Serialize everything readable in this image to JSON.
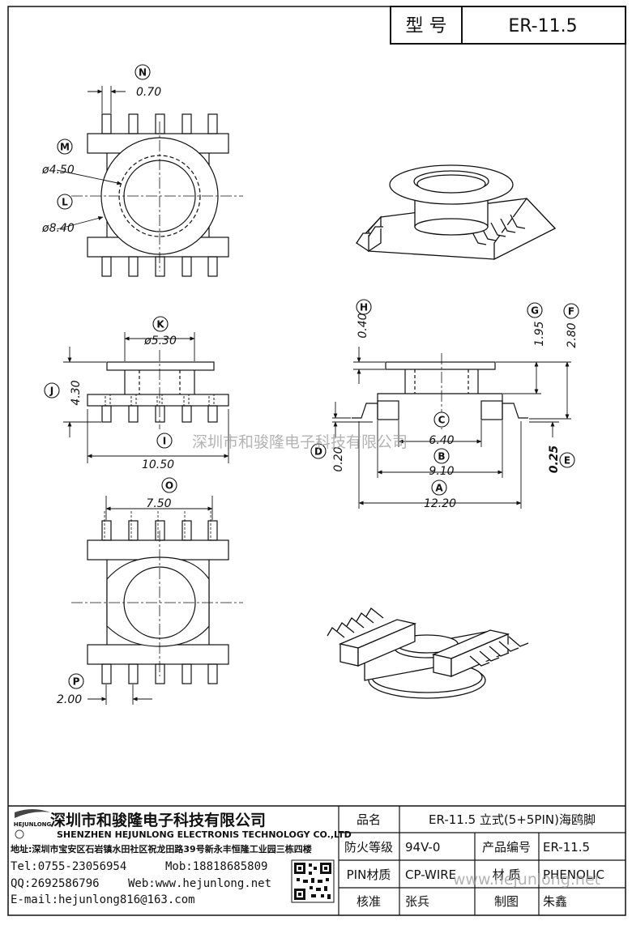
{
  "header": {
    "model_label": "型 号",
    "model_value": "ER-11.5"
  },
  "dimensions": {
    "N": "0.70",
    "M": "ø4.50",
    "L": "ø8.40",
    "K": "ø5.30",
    "J": "4.30",
    "I": "10.50",
    "H": "0.40",
    "G": "1.95",
    "F": "2.80",
    "C": "6.40",
    "B": "9.10",
    "A": "12.20",
    "D": "0.20",
    "E": "0.25",
    "O": "7.50",
    "P": "2.00"
  },
  "callouts": [
    "N",
    "M",
    "L",
    "K",
    "J",
    "I",
    "H",
    "G",
    "F",
    "C",
    "B",
    "A",
    "D",
    "E",
    "O",
    "P"
  ],
  "watermarks": {
    "center": "深圳市和骏隆电子科技有限公司",
    "bottom": "www.hejunlong.net"
  },
  "company": {
    "logo_text": "HEJUNLONG",
    "name_cn": "深圳市和骏隆电子科技有限公司",
    "name_en": "SHENZHEN HEJUNLONG ELECTRONIS TECHNOLOGY CO.,LTD",
    "address": "地址:深圳市宝安区石岩镇水田社区祝龙田路39号新永丰恒隆工业园三栋四楼",
    "tel": "Tel:0755-23056954",
    "mob": "Mob:18818685809",
    "qq": "QQ:2692586796",
    "web": "Web:www.hejunlong.net",
    "email": "E-mail:hejunlong816@163.com"
  },
  "spec_table": {
    "product_name_label": "品名",
    "product_name_value": "ER-11.5 立式(5+5PIN)海鸥脚",
    "fire_rating_label": "防火等级",
    "fire_rating_value": "94V-0",
    "product_code_label": "产品编号",
    "product_code_value": "ER-11.5",
    "pin_material_label": "PIN材质",
    "pin_material_value": "CP-WIRE",
    "material_label": "材 质",
    "material_value": "PHENOLIC",
    "reviewer_label": "核准",
    "reviewer_value": "张兵",
    "drafter_label": "制图",
    "drafter_value": "朱鑫"
  }
}
